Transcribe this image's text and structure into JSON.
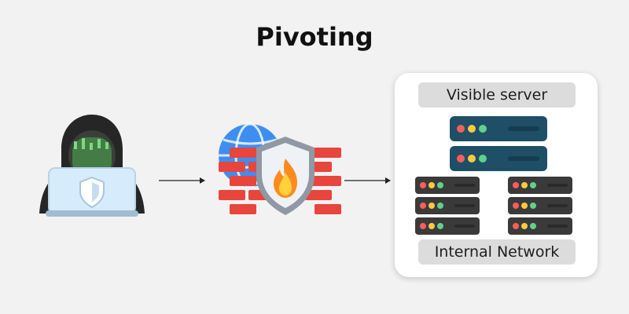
{
  "diagram": {
    "title": "Pivoting",
    "nodes": {
      "attacker": {
        "icon": "hacker-with-laptop-icon"
      },
      "firewall": {
        "icon": "firewall-shield-icon"
      },
      "visible_server": {
        "label": "Visible server",
        "icon": "server-stack-icon"
      },
      "internal_network": {
        "label": "Internal Network",
        "icon": "server-cluster-icon"
      }
    },
    "edges": [
      {
        "from": "attacker",
        "to": "firewall"
      },
      {
        "from": "firewall",
        "to": "internal_network"
      }
    ],
    "colors": {
      "background": "#f2f2f2",
      "visible_server": "#1f4f66",
      "internal_server": "#3a3a3a",
      "firewall_brick": "#e8453c",
      "shield": "#9aa3ad",
      "globe": "#3d8ef0"
    }
  }
}
